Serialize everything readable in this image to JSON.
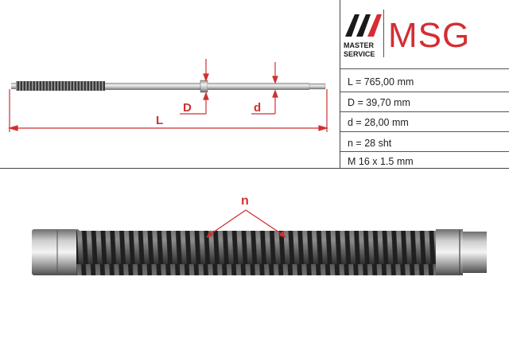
{
  "brand": {
    "logo_line1": "MASTER",
    "logo_line2": "SERVICE",
    "wordmark": "MSG",
    "accent_color": "#d62c33"
  },
  "specs": [
    {
      "text": "L = 765,00 mm"
    },
    {
      "text": "D = 39,70 mm"
    },
    {
      "text": "d = 28,00 mm"
    },
    {
      "text": "n = 28 sht"
    },
    {
      "text": "M 16 x 1.5 mm"
    }
  ],
  "drawing": {
    "label_L": "L",
    "label_D": "D",
    "label_d": "d",
    "label_n": "n",
    "dimension_color": "#d03030"
  }
}
